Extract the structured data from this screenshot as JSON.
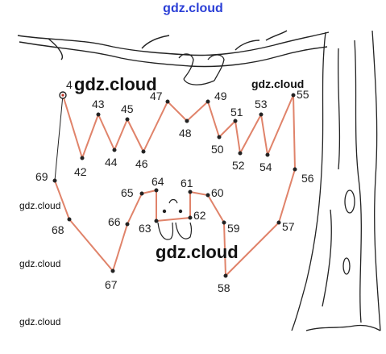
{
  "watermarks": {
    "top": "gdz.cloud",
    "big_top": "gdz.cloud",
    "right": "gdz.cloud",
    "center": "gdz.cloud",
    "left_1": "gdz.cloud",
    "left_2": "gdz.cloud",
    "left_3": "gdz.cloud"
  },
  "dots": [
    {
      "n": "4",
      "id": "4"
    },
    {
      "n": "42",
      "id": "42"
    },
    {
      "n": "43",
      "id": "43"
    },
    {
      "n": "44",
      "id": "44"
    },
    {
      "n": "45",
      "id": "45"
    },
    {
      "n": "46",
      "id": "46"
    },
    {
      "n": "47",
      "id": "47"
    },
    {
      "n": "48",
      "id": "48"
    },
    {
      "n": "49",
      "id": "49"
    },
    {
      "n": "50",
      "id": "50"
    },
    {
      "n": "51",
      "id": "51"
    },
    {
      "n": "52",
      "id": "52"
    },
    {
      "n": "53",
      "id": "53"
    },
    {
      "n": "54",
      "id": "54"
    },
    {
      "n": "55",
      "id": "55"
    },
    {
      "n": "56",
      "id": "56"
    },
    {
      "n": "57",
      "id": "57"
    },
    {
      "n": "58",
      "id": "58"
    },
    {
      "n": "59",
      "id": "59"
    },
    {
      "n": "60",
      "id": "60"
    },
    {
      "n": "61",
      "id": "61"
    },
    {
      "n": "62",
      "id": "62"
    },
    {
      "n": "63",
      "id": "63"
    },
    {
      "n": "64",
      "id": "64"
    },
    {
      "n": "65",
      "id": "65"
    },
    {
      "n": "66",
      "id": "66"
    },
    {
      "n": "67",
      "id": "67"
    },
    {
      "n": "68",
      "id": "68"
    },
    {
      "n": "69",
      "id": "69"
    }
  ],
  "colors": {
    "line": "#e0836a",
    "ink": "#222222",
    "watermark_top": "#2b3fd6"
  }
}
